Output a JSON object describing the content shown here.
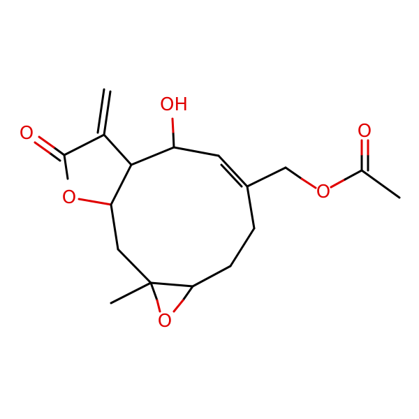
{
  "molecule": {
    "atom_labels": {
      "hydroxyl": "OH",
      "lactone_carbonyl_o": "O",
      "lactone_ring_o": "O",
      "epoxide_o": "O",
      "ester_o": "O",
      "ester_carbonyl_o": "O"
    }
  },
  "colors": {
    "bond": "#000000",
    "oxygen": "#e00000",
    "background": "#ffffff"
  }
}
